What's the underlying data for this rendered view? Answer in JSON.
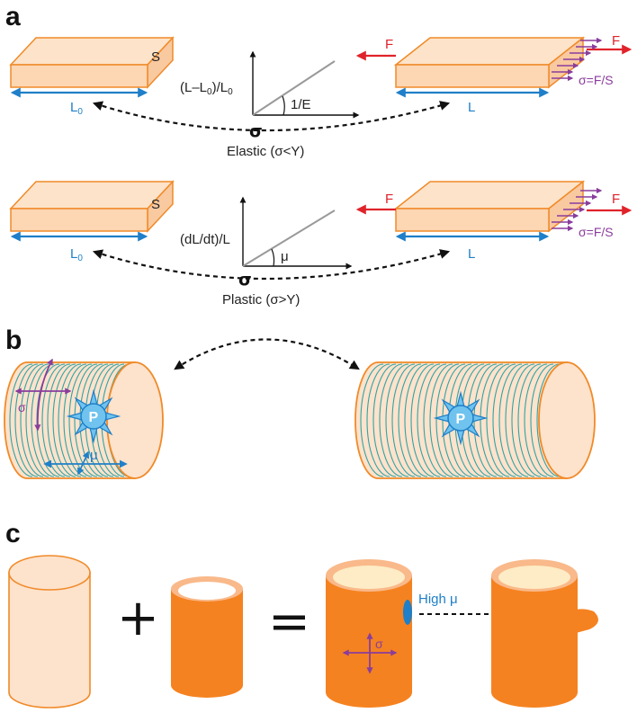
{
  "panels": {
    "a": "a",
    "b": "b",
    "c": "c"
  },
  "colors": {
    "slab_face": "#fde3c9",
    "slab_edge": "#f08a28",
    "blue": "#1f7fc8",
    "red": "#e0232b",
    "purple": "#8a3d9c",
    "teal": "#2ea4a4",
    "cyl_orange": "#f58220",
    "cyl_light": "#fde2cc",
    "cyl_inner": "#fdecc5"
  },
  "elastic": {
    "slab_s": "S",
    "length_l0_base": "L",
    "length_l0_sub": "0",
    "force_left": "F",
    "force_right": "F",
    "stress": "σ=F/S",
    "length_l": "L",
    "ylabel_a": "(L–L",
    "ylabel_sub": "0",
    "ylabel_b": ")/L",
    "ylabel_sub2": "0",
    "slope": "1/E",
    "sigma": "σ",
    "caption": "Elastic (σ<Y)"
  },
  "plastic": {
    "slab_s": "S",
    "length_l0_base": "L",
    "length_l0_sub": "0",
    "force_left": "F",
    "force_right": "F",
    "stress": "σ=F/S",
    "length_l": "L",
    "ylabel": "(dL/dt)/L",
    "slope": "μ",
    "sigma": "σ",
    "caption": "Plastic (σ>Y)"
  },
  "panel_b": {
    "sigma": "σ",
    "mu": "μ",
    "pressure_left": "P",
    "pressure_right": "P"
  },
  "panel_c": {
    "plus": "+",
    "equals": "=",
    "sigma": "σ",
    "high_mu": "High μ"
  }
}
